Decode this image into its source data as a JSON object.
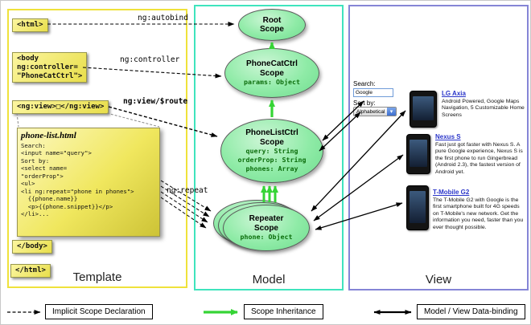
{
  "columns": {
    "template": "Template",
    "model": "Model",
    "view": "View"
  },
  "template": {
    "html_open": "<html>",
    "body_open": "<body\nng:controller=\n\"PhoneCatCtrl\">",
    "ng_view": "<ng:view>□</ng:view>",
    "code_title": "phone-list.html",
    "code": "Search:\n<input name=\"query\">\nSort by:\n<select name=\n\"orderProp\">\n<ul>\n<li ng:repeat=\"phone in phones\">\n  {{phone.name}}\n  <p>{{phone.snippet}}</p>\n</li>...",
    "body_close": "</body>",
    "html_close": "</html>"
  },
  "labels": {
    "ng_autobind": "ng:autobind",
    "ng_controller": "ng:controller",
    "ng_view_route": "ng:view/$route",
    "ng_repeat": "ng:repeat"
  },
  "model": {
    "root": {
      "title": "Root\nScope"
    },
    "phonecat": {
      "title": "PhoneCatCtrl\nScope",
      "prop0": "params: Object"
    },
    "phonelist": {
      "title": "PhoneListCtrl\nScope",
      "prop0": "query: String",
      "prop1": "orderProp: String",
      "prop2": "phones: Array"
    },
    "repeater": {
      "title": "Repeater\nScope",
      "prop0": "phone: Object"
    }
  },
  "view": {
    "search_label": "Search:",
    "search_value": "Google",
    "sort_label": "Sort by:",
    "sort_value": "Alphabetical",
    "phones": [
      {
        "name": "LG Axia",
        "description": "Android Powered, Google Maps Navigation, 5 Customizable Home Screens"
      },
      {
        "name": "Nexus S",
        "description": "Fast just got faster with Nexus S. A pure Google experience, Nexus S is the first phone to run Gingerbread (Android 2.3), the fastest version of Android yet."
      },
      {
        "name": "T-Mobile G2",
        "description": "The T-Mobile G2 with Google is the first smartphone built for 4G speeds on T-Mobile's new network. Get the information you need, faster than you ever thought possible."
      }
    ]
  },
  "legend": {
    "implicit": "Implicit Scope Declaration",
    "inheritance": "Scope Inheritance",
    "databinding": "Model / View Data-binding"
  },
  "colors": {
    "template_border": "#efe23b",
    "model_border": "#3fe4bd",
    "view_border": "#8585d6",
    "scope_fill": "#8feba7",
    "inheritance_arrow": "#35d435"
  }
}
